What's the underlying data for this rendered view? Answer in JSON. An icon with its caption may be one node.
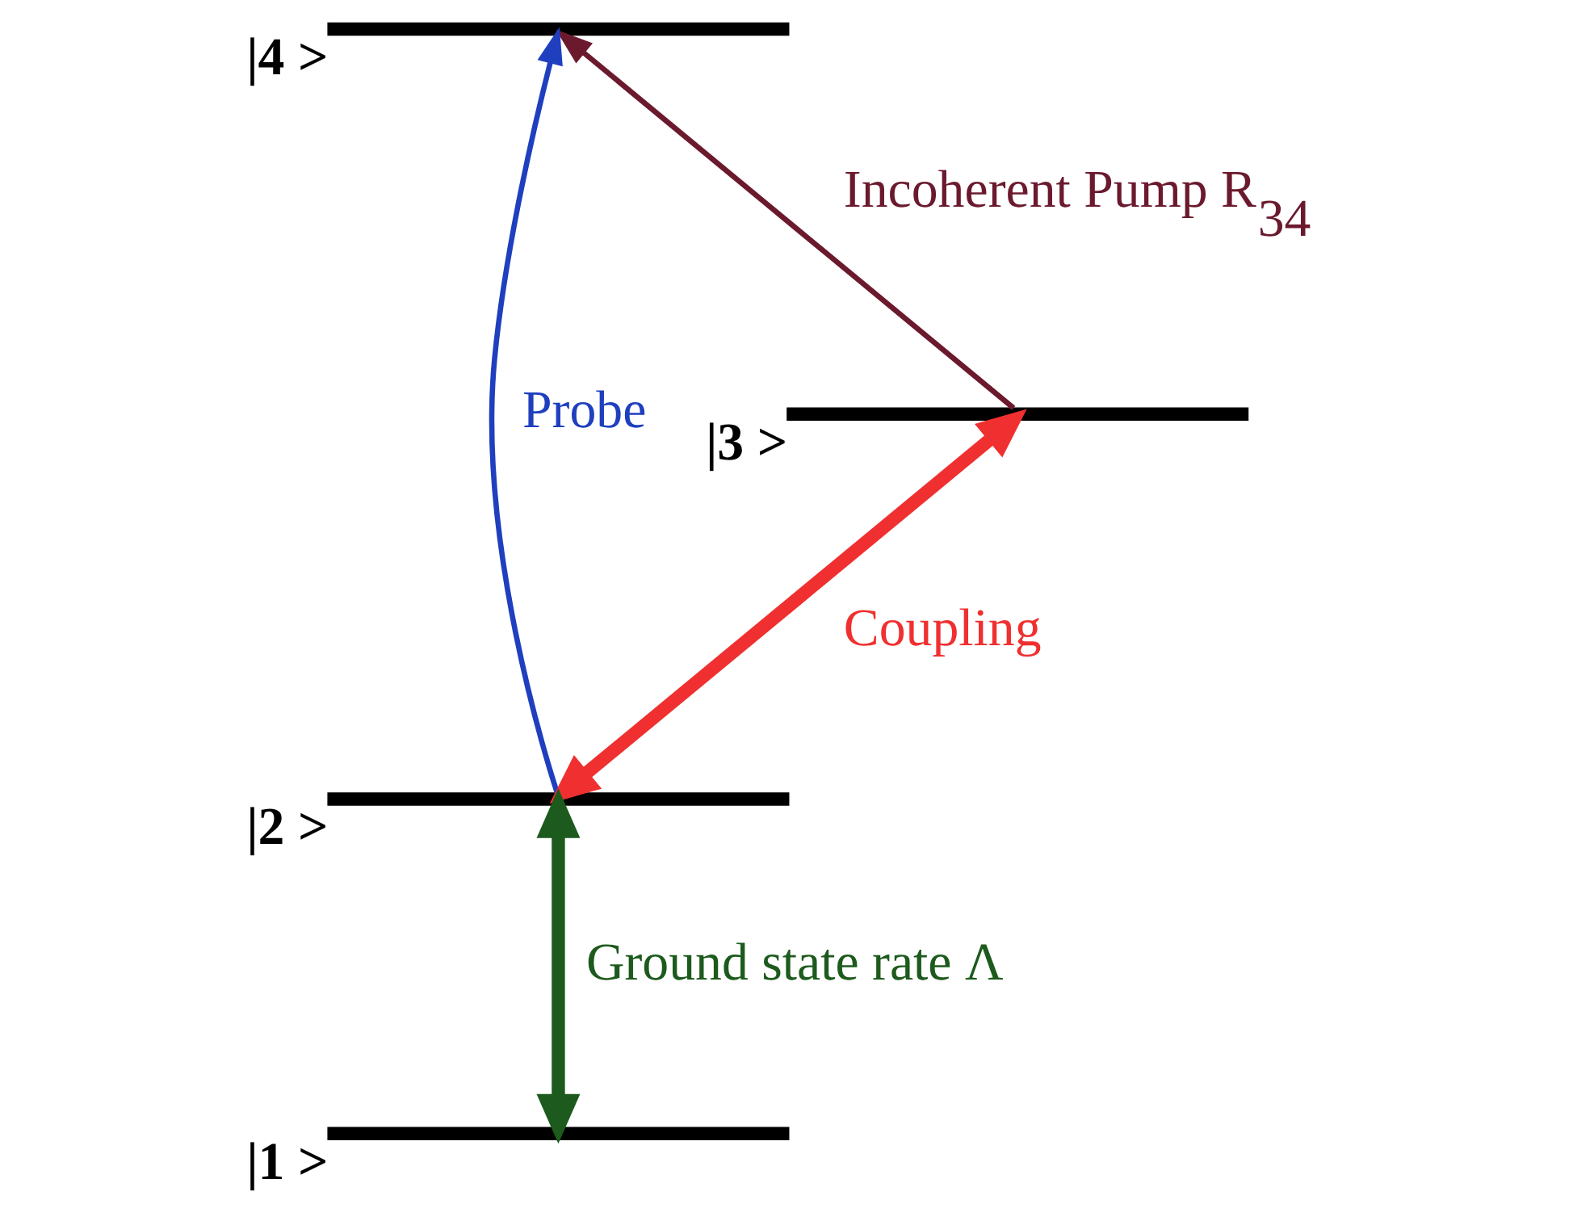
{
  "diagram": {
    "nodes": [
      {
        "text": [],
        "shape": "bar",
        "beside": [
          "|4 >"
        ]
      },
      {
        "text": [],
        "shape": "bar",
        "beside": [
          "|3 >"
        ]
      },
      {
        "text": [],
        "shape": "bar",
        "beside": [
          "|2 >"
        ]
      },
      {
        "text": [],
        "shape": "bar",
        "beside": [
          "|1 >"
        ]
      }
    ],
    "edges": [
      {
        "from": 1,
        "to": 0,
        "arrow": "to",
        "label": "Incoherent Pump R$_{34}$",
        "color": "#6b1a2e"
      },
      {
        "from": 2,
        "to": 0,
        "arrow": "to",
        "label": "Probe",
        "color": "#1f3fbf"
      },
      {
        "from": 2,
        "to": 1,
        "arrow": "both",
        "label": "Coupling",
        "style": "thick",
        "color": "#f03030"
      },
      {
        "from": 3,
        "to": 2,
        "arrow": "both",
        "label": "Ground state rate Λ",
        "style": "thick",
        "color": "#1d5a1d"
      }
    ]
  }
}
